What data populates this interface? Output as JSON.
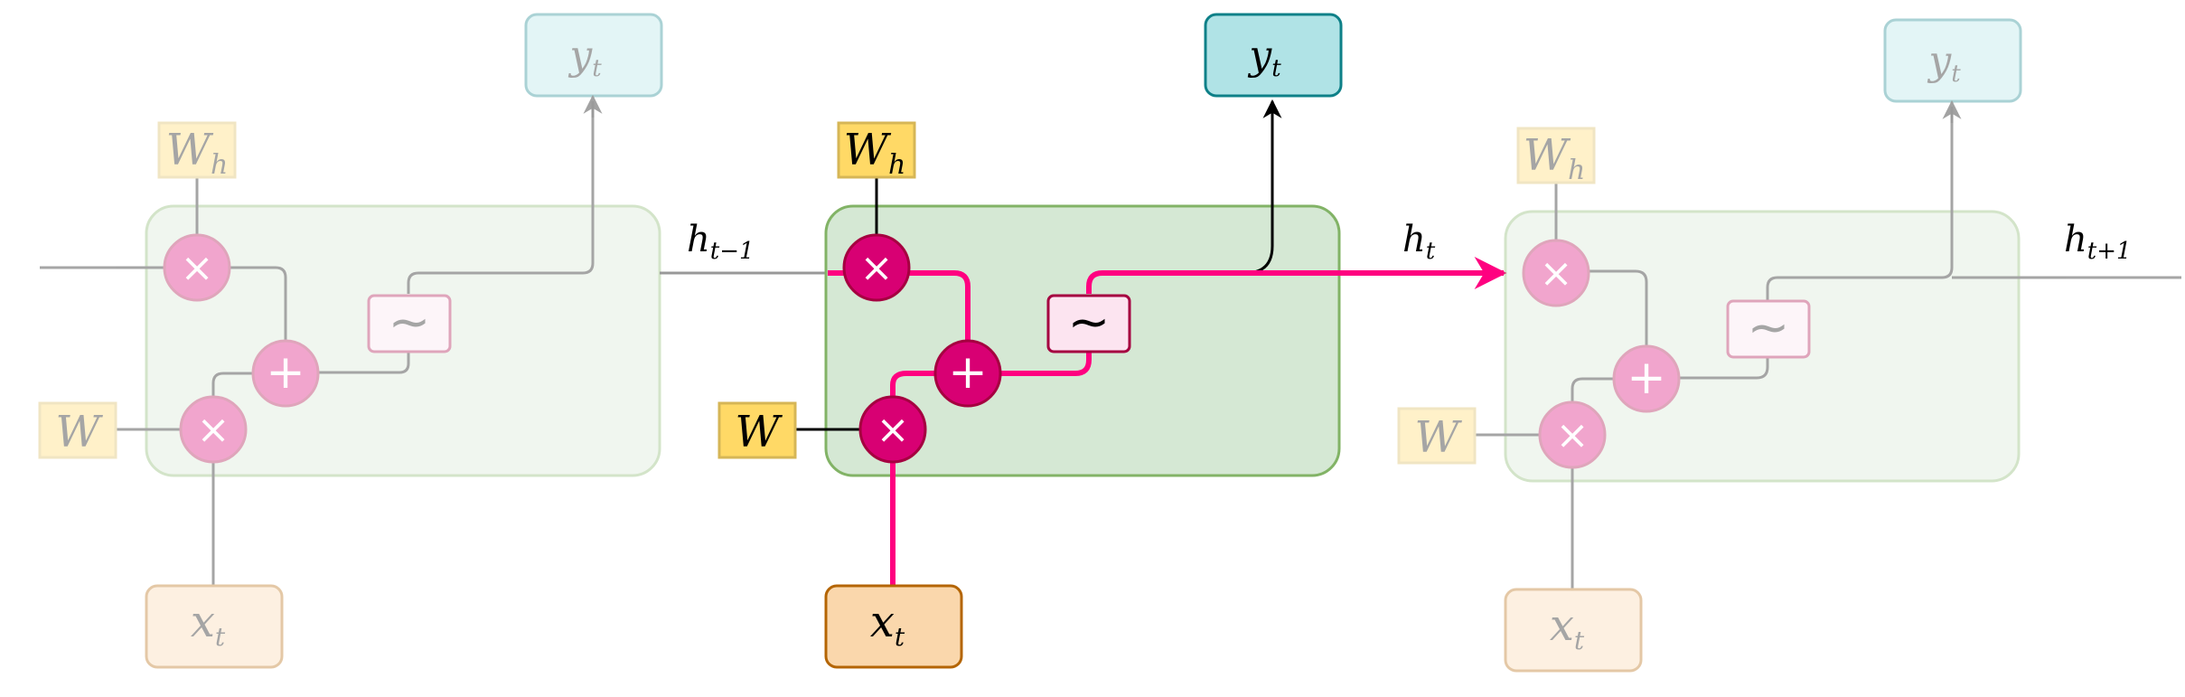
{
  "colors": {
    "cell_fill": "#d5e8d4",
    "cell_stroke": "#82b366",
    "op_fill": "#d80073",
    "op_stroke": "#a50040",
    "tilde_fill": "#fce4f0",
    "weight_fill": "#ffd966",
    "weight_stroke": "#d6b656",
    "output_fill": "#b0e3e6",
    "output_stroke": "#0e8088",
    "input_fill": "#fad7ac",
    "input_stroke": "#b46504",
    "highlight": "#ff0080",
    "line": "#000000",
    "faded_line": "#999999"
  },
  "diagram": {
    "left_cell": {
      "w_h": {
        "base": "W",
        "sub": "h"
      },
      "w": "W",
      "y": {
        "base": "y",
        "sub": "t"
      },
      "x": {
        "base": "x",
        "sub": "t"
      },
      "tilde": "~"
    },
    "center_cell": {
      "w_h": {
        "base": "W",
        "sub": "h"
      },
      "w": "W",
      "y": {
        "base": "y",
        "sub": "t"
      },
      "x": {
        "base": "x",
        "sub": "t"
      },
      "tilde": "~"
    },
    "right_cell": {
      "w_h": {
        "base": "W",
        "sub": "h"
      },
      "w": "W",
      "y": {
        "base": "y",
        "sub": "t"
      },
      "x": {
        "base": "x",
        "sub": "t"
      },
      "tilde": "~"
    },
    "labels": {
      "h_prev": {
        "base": "h",
        "sub": "t−1"
      },
      "h_cur": {
        "base": "h",
        "sub": "t"
      },
      "h_next": {
        "base": "h",
        "sub": "t+1"
      }
    },
    "ops": {
      "multiply": "×",
      "add": "+"
    }
  }
}
